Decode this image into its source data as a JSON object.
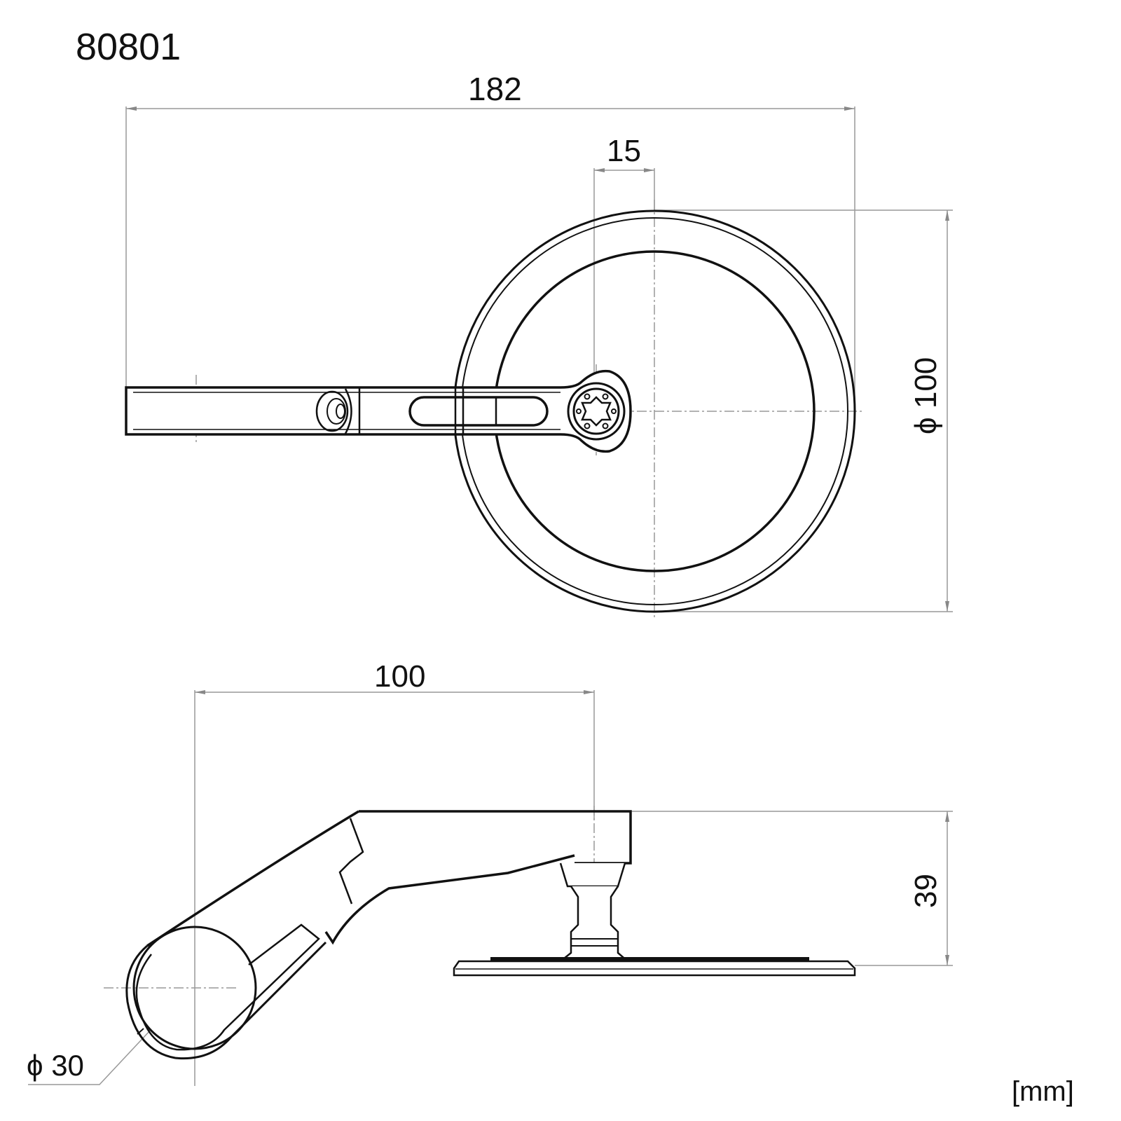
{
  "drawing": {
    "part_number": "80801",
    "units_label": "[mm]",
    "views": [
      {
        "name": "front-view",
        "dimensions": {
          "overall_width": "182",
          "mount_offset": "15",
          "mirror_diameter": "ϕ 100"
        }
      },
      {
        "name": "side-view",
        "dimensions": {
          "clamp_to_mount": "100",
          "height": "39",
          "clamp_diameter": "ϕ 30"
        }
      }
    ],
    "colors": {
      "line": "#111111",
      "dimension_line": "#888888",
      "background": "#ffffff"
    }
  }
}
